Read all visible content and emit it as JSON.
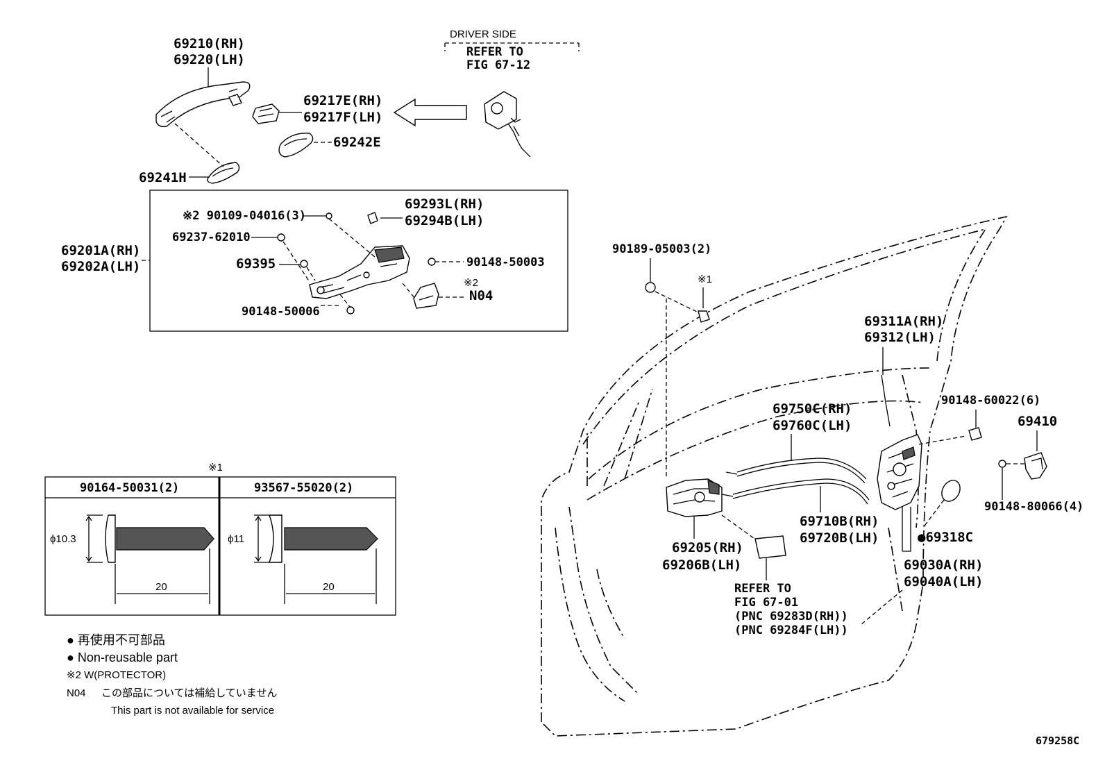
{
  "diagram_id": "679258C",
  "driver_side": {
    "title": "DRIVER SIDE",
    "refer_line1": "REFER TO",
    "refer_line2": "FIG 67-12"
  },
  "labels": {
    "handle_rh": "69210(RH)",
    "handle_lh": "69220(LH)",
    "cover_rh": "69217E(RH)",
    "cover_lh": "69217F(LH)",
    "pad_e": "69242E",
    "pad_h": "69241H",
    "frame_rh": "69201A(RH)",
    "frame_lh": "69202A(LH)",
    "bolt_w_protector": "※2 90109-04016(3)",
    "bracket_rh": "69293L(RH)",
    "bracket_lh": "69294B(LH)",
    "part_69237": "69237-62010",
    "part_69395": "69395",
    "screw_50003": "90148-50003",
    "mark2": "※2",
    "n04": "N04",
    "screw_50006": "90148-50006",
    "screw_05003": "90189-05003(2)",
    "mark1_door": "※1",
    "rod_rh": "69311A(RH)",
    "rod_lh": "69312(LH)",
    "cable_rh": "69750C(RH)",
    "cable_lh": "69760C(LH)",
    "screw_60022": "90148-60022(6)",
    "striker": "69410",
    "screw_80066": "90148-80066(4)",
    "cable2_rh": "69710B(RH)",
    "cable2_lh": "69720B(LH)",
    "seal": "●69318C",
    "lock_rh": "69205(RH)",
    "lock_lh": "69206B(LH)",
    "lock_assy_rh": "69030A(RH)",
    "lock_assy_lh": "69040A(LH)",
    "refer_line1": "REFER TO",
    "refer_line2": "FIG 67-01",
    "refer_line3": "(PNC 69283D(RH))",
    "refer_line4": "(PNC 69284F(LH))"
  },
  "screw_table": {
    "mark": "※1",
    "col1_header": "90164-50031(2)",
    "col2_header": "93567-55020(2)",
    "col1_diameter": "ϕ10.3",
    "col2_diameter": "ϕ11",
    "col1_length": "20",
    "col2_length": "20"
  },
  "legend": {
    "item1_jp": "● 再使用不可部品",
    "item1_en": "● Non-reusable part",
    "item2": "※2 W(PROTECTOR)",
    "item3_code": "N04",
    "item3_jp": "この部品については補給していません",
    "item3_en": "This part is not available for service"
  }
}
